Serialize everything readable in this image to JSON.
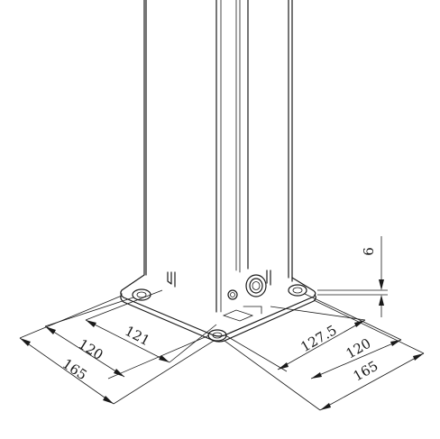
{
  "dimensions": {
    "plate_thickness": "6",
    "left_hole_spacing": "120",
    "left_plate_width": "165",
    "left_offset": "121",
    "right_offset": "127.5",
    "right_hole_spacing": "120",
    "right_plate_width": "165"
  }
}
